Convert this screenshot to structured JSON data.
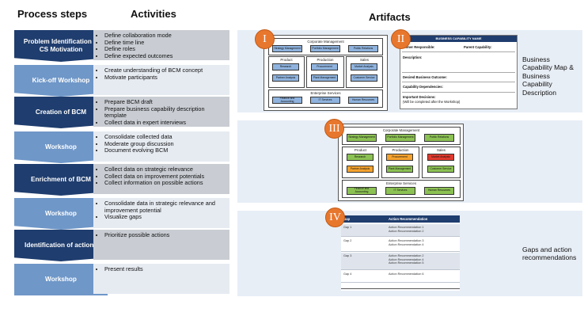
{
  "headers": {
    "process_steps": "Process steps",
    "activities": "Activities",
    "artifacts": "Artifacts"
  },
  "steps": [
    {
      "label": "Problem Identification & CS Motivation",
      "activities": [
        "Define collaboration mode",
        "Define time line",
        "Define roles",
        "Define expected outcomes"
      ]
    },
    {
      "label": "Kick-off Workshop",
      "activities": [
        "Create understanding of BCM concept",
        "Motivate participants"
      ]
    },
    {
      "label": "Creation of BCM",
      "activities": [
        "Prepare BCM draft",
        "Prepare business capability description template",
        "Collect data in expert interviews"
      ]
    },
    {
      "label": "Workshop",
      "activities": [
        "Consolidate collected data",
        "Moderate group discussion",
        "Document evolving BCM"
      ]
    },
    {
      "label": "Enrichment of BCM",
      "activities": [
        "Collect data on strategic relevance",
        "Collect data on  improvement potentials",
        "Collect information on possible actions"
      ]
    },
    {
      "label": "Workshop",
      "activities": [
        "Consolidate data in strategic relevance and improvement potential",
        "Visualize gaps"
      ]
    },
    {
      "label": "Identification of actions",
      "activities": [
        "Prioritize possible actions"
      ]
    },
    {
      "label": "Workshop",
      "activities": [
        "Present results"
      ]
    }
  ],
  "artifact_numbers": {
    "one": "I",
    "two": "II",
    "three": "III",
    "four": "IV"
  },
  "map": {
    "corporate": "Corporate Management",
    "corporate_items": [
      "Strategy Management",
      "Portfolio Management",
      "Public Relations"
    ],
    "product": "Product",
    "product_items": [
      "Research",
      "Partner Analysis"
    ],
    "production": "Production",
    "production_items": [
      "Procurement",
      "Plant Management"
    ],
    "sales": "Sales",
    "sales_items": [
      "Market Analysis",
      "Customer Service"
    ],
    "enterprise": "Enterprise Services",
    "enterprise_items": [
      "Finance and Accounting",
      "IT Services",
      "Human Resources"
    ]
  },
  "description": {
    "title": "BUSINESS CAPABILITY NAME",
    "owner": "Owner Responsible:",
    "parent": "Parent Capability:",
    "desc": "Description:",
    "outcome": "Desired Business Outcome:",
    "deps": "Capability Dependencies:",
    "decisions": "Important Decisions:",
    "note": "(Will be completed after the Workshop)"
  },
  "gaps": {
    "col_gap": "Gap",
    "col_rec": "Action Recommendation",
    "rows": [
      {
        "gap": "Gap 1",
        "recs": [
          "Action Recommendation 1",
          "Action Recommendation 2"
        ]
      },
      {
        "gap": "Gap 2",
        "recs": [
          "Action Recommendation 3",
          "Action Recommendation 4"
        ]
      },
      {
        "gap": "Gap 3",
        "recs": [
          "Action Recommendation 2",
          "Action Recommendation 4",
          "Action Recommendation 5"
        ]
      },
      {
        "gap": "Gap 4",
        "recs": [
          "Action Recommendation 6"
        ]
      }
    ]
  },
  "side_labels": {
    "capability": "Business Capability Map & Business Capability Description",
    "gaps": "Gaps and action recommendations"
  }
}
